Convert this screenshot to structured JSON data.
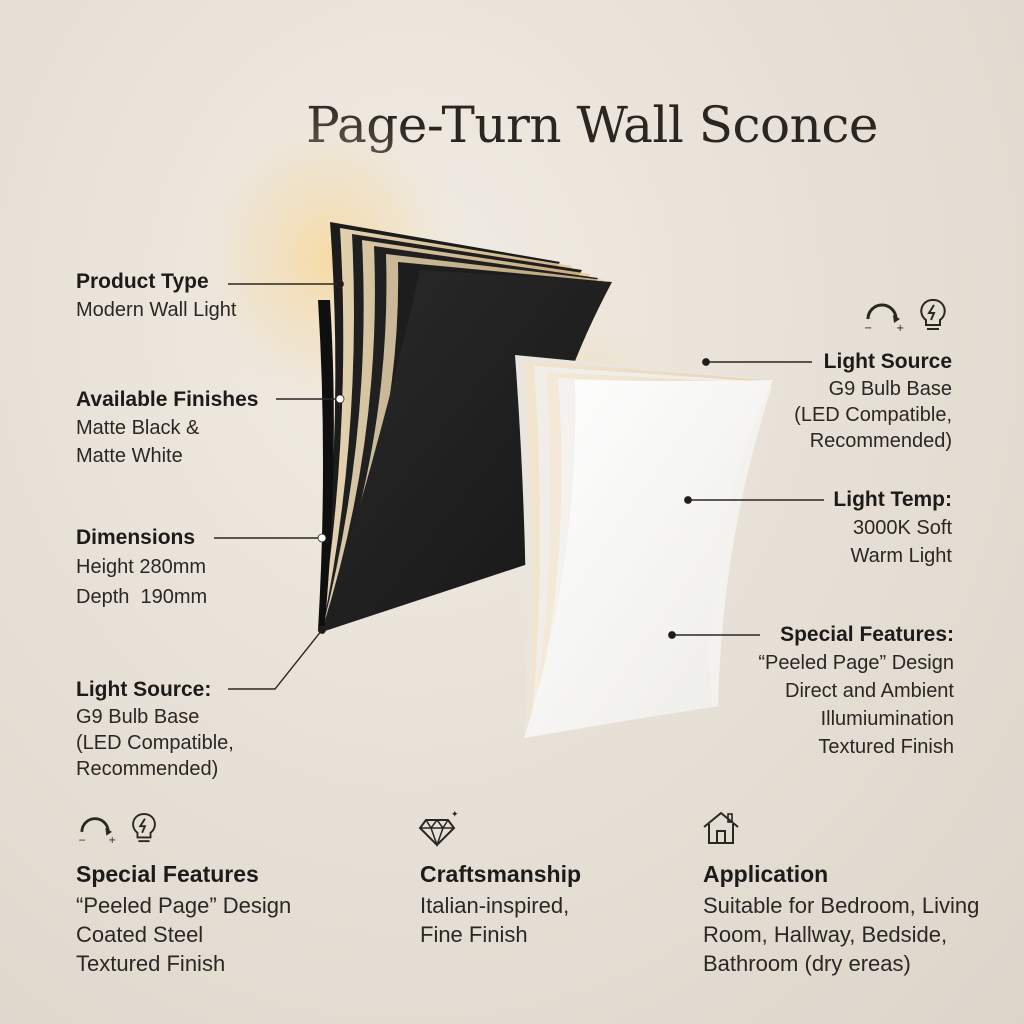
{
  "title": "Page-Turn Wall Sconce",
  "left_labels": {
    "product_type": {
      "heading": "Product Type",
      "lines": [
        "Modern Wall Light"
      ]
    },
    "finishes": {
      "heading": "Available Finishes",
      "lines": [
        "Matte Black &",
        "Matte White"
      ]
    },
    "dimensions": {
      "heading": "Dimensions",
      "lines": [
        "Height 280mm",
        "Depth  190mm"
      ]
    },
    "light_source": {
      "heading": "Light Source:",
      "lines": [
        "G9 Bulb Base",
        "(LED Compatible,",
        "Recommended)"
      ]
    }
  },
  "right_labels": {
    "light_source": {
      "heading": "Light Source",
      "lines": [
        "G9 Bulb Base",
        "(LED Compatible,",
        "Recommended)"
      ]
    },
    "light_temp": {
      "heading": "Light Temp:",
      "lines": [
        "3000K Soft",
        "Warm Light"
      ]
    },
    "special": {
      "heading": "Special Features:",
      "lines": [
        "“Peeled Page” Design",
        "Direct and Ambient",
        "Illumiumination",
        "Textured Finish"
      ]
    }
  },
  "bottom": {
    "special": {
      "heading": "Special Features",
      "lines": [
        "“Peeled Page” Design",
        "Coated Steel",
        "Textured Finish"
      ]
    },
    "craft": {
      "heading": "Craftsmanship",
      "lines": [
        "Italian-inspired,",
        "Fine Finish"
      ]
    },
    "application": {
      "heading": "Application",
      "lines": [
        "Suitable for Bedroom, Living",
        "Room, Hallway, Bedside,",
        "Bathroom (dry ereas)"
      ]
    }
  },
  "icons": [
    "dimmer-icon",
    "bulb-icon",
    "diamond-icon",
    "house-icon"
  ],
  "colors": {
    "background": "#e8e1d7",
    "black_finish": "#1e1e1e",
    "white_finish": "#f7f6f3",
    "glow": "#f6d89a"
  }
}
